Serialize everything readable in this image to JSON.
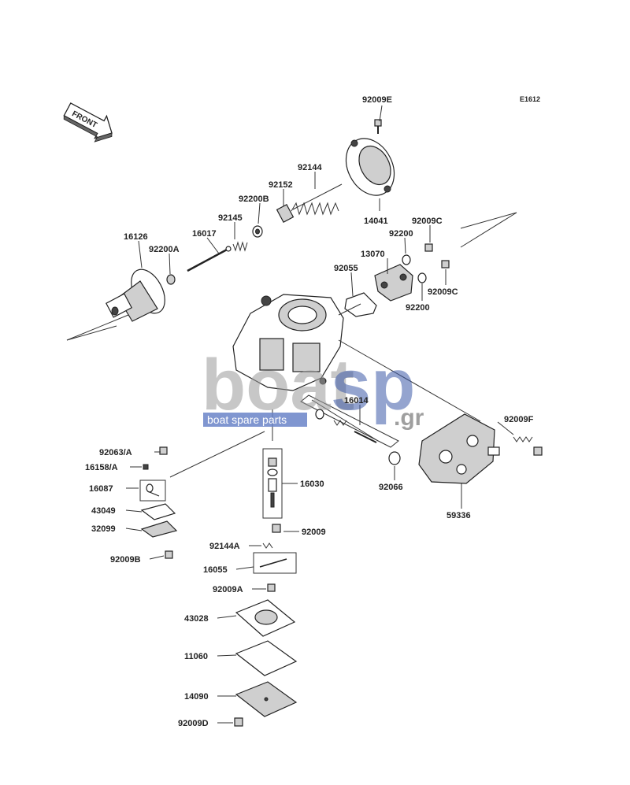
{
  "diagram_code": "E1612",
  "front_label": "FRONT",
  "watermark": {
    "part1": "boat",
    "part2": "sp",
    "tagline": "boat spare parts",
    "suffix": ".gr"
  },
  "labels": {
    "p92009E": "92009E",
    "p92144": "92144",
    "p92152": "92152",
    "p92200B": "92200B",
    "p92145": "92145",
    "p16017": "16017",
    "p16126": "16126",
    "p92200A": "92200A",
    "p14041": "14041",
    "p92009C_top": "92009C",
    "p92200_top": "92200",
    "p13070": "13070",
    "p92055": "92055",
    "p92009C_bot": "92009C",
    "p92200_bot": "92200",
    "p16014": "16014",
    "p92009F": "92009F",
    "p92063A": "92063/A",
    "p16158A": "16158/A",
    "p16087": "16087",
    "p16030": "16030",
    "p92066": "92066",
    "p59336": "59336",
    "p43049": "43049",
    "p32099": "32099",
    "p92009": "92009",
    "p92009B": "92009B",
    "p92144A": "92144A",
    "p16055": "16055",
    "p92009A": "92009A",
    "p43028": "43028",
    "p11060": "11060",
    "p14090": "14090",
    "p92009D": "92009D"
  }
}
